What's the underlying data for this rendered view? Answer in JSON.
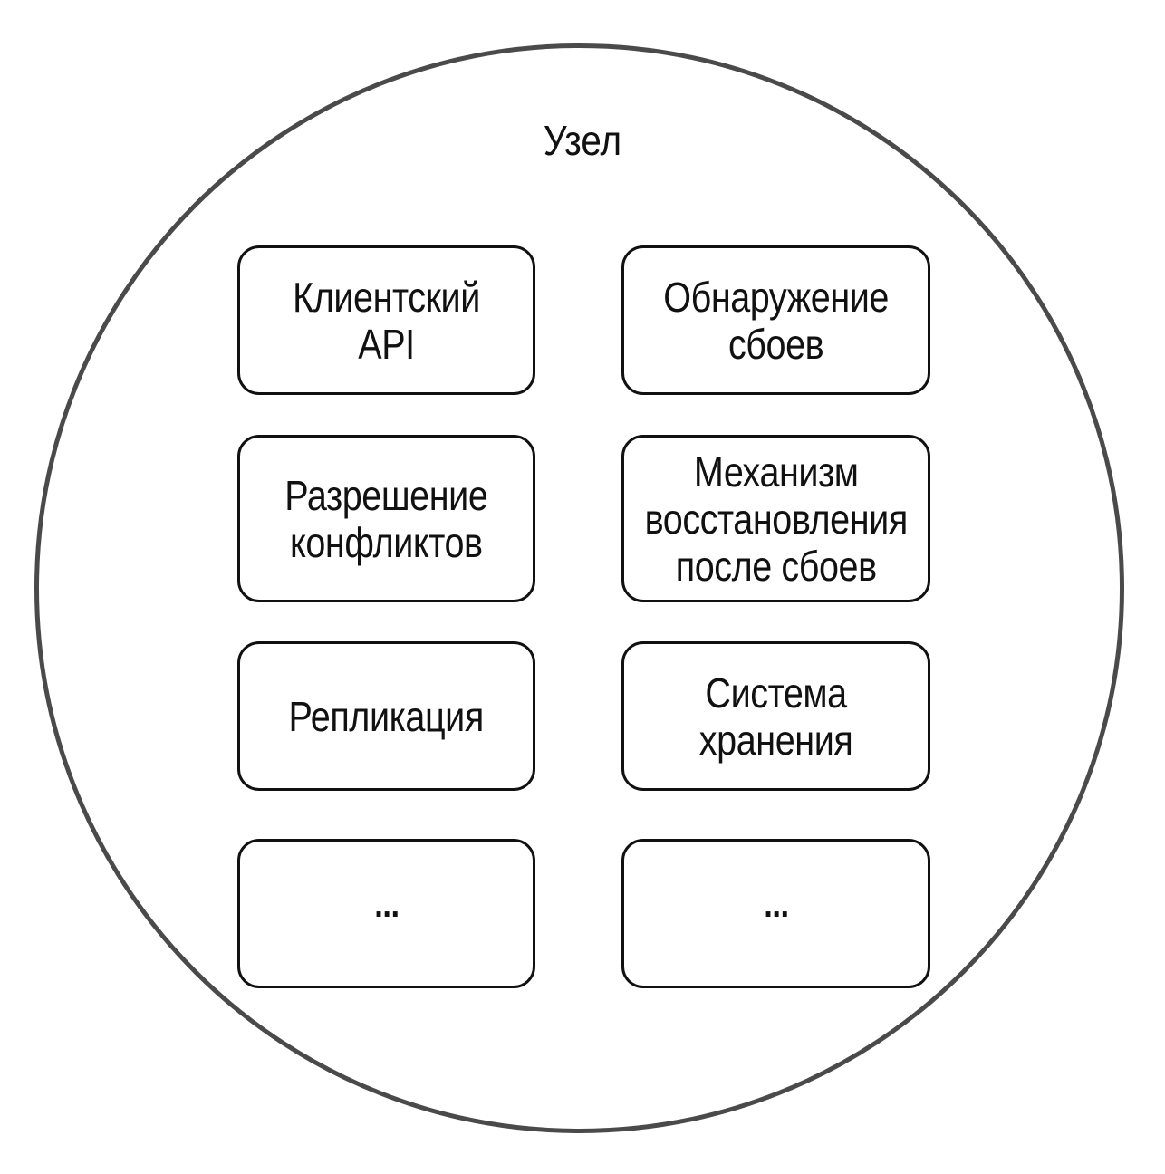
{
  "node": {
    "title": "Узел",
    "components": [
      {
        "id": "client-api",
        "label": "Клиентский API"
      },
      {
        "id": "failure-detection",
        "label": "Обнаружение\nсбоев"
      },
      {
        "id": "conflict-resolution",
        "label": "Разрешение\nконфликтов"
      },
      {
        "id": "failure-recovery",
        "label": "Механизм\nвосстановления\nпосле сбоев"
      },
      {
        "id": "replication",
        "label": "Репликация"
      },
      {
        "id": "storage-system",
        "label": "Система\nхранения"
      },
      {
        "id": "more-left",
        "label": "..."
      },
      {
        "id": "more-right",
        "label": "..."
      }
    ]
  },
  "colors": {
    "circle_border": "#4a4a4a",
    "box_border": "#111111",
    "text": "#111111",
    "background": "#ffffff"
  }
}
